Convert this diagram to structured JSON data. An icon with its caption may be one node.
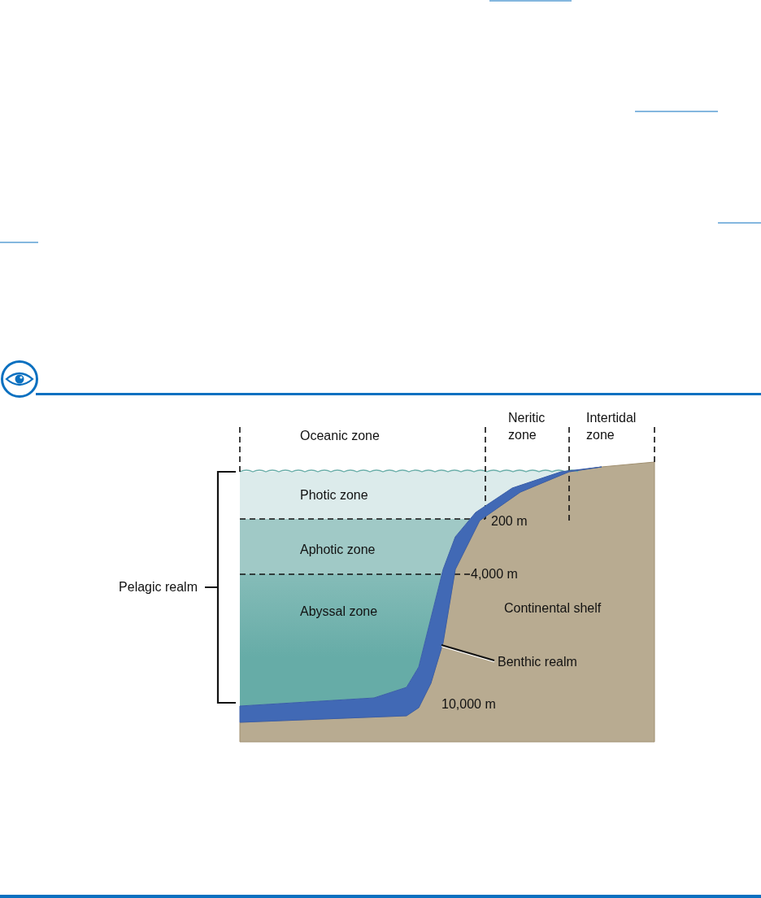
{
  "diagram": {
    "nodes": [
      {
        "text": [
          "Benthic realm"
        ]
      },
      {
        "text": [],
        "shape": "band"
      }
    ],
    "edges": [
      {
        "from": 0,
        "to": 1,
        "arrow": "none"
      }
    ],
    "labels": [
      "Oceanic zone",
      "Neritic zone",
      "Intertidal zone",
      "Photic zone",
      "200 m",
      "Aphotic zone",
      "4,000 m",
      "Pelagic realm",
      "Abyssal zone",
      "Continental shelf",
      "10,000 m"
    ]
  }
}
